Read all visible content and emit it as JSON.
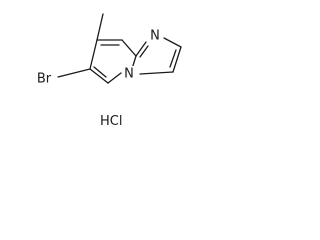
{
  "compound": {
    "atoms": {
      "nitrogen_imine": "N",
      "nitrogen_bridge": "N",
      "bromine": "Br"
    },
    "salt": "HCl"
  },
  "colors": {
    "ink": "#1a1a1a",
    "background": "#ffffff"
  }
}
